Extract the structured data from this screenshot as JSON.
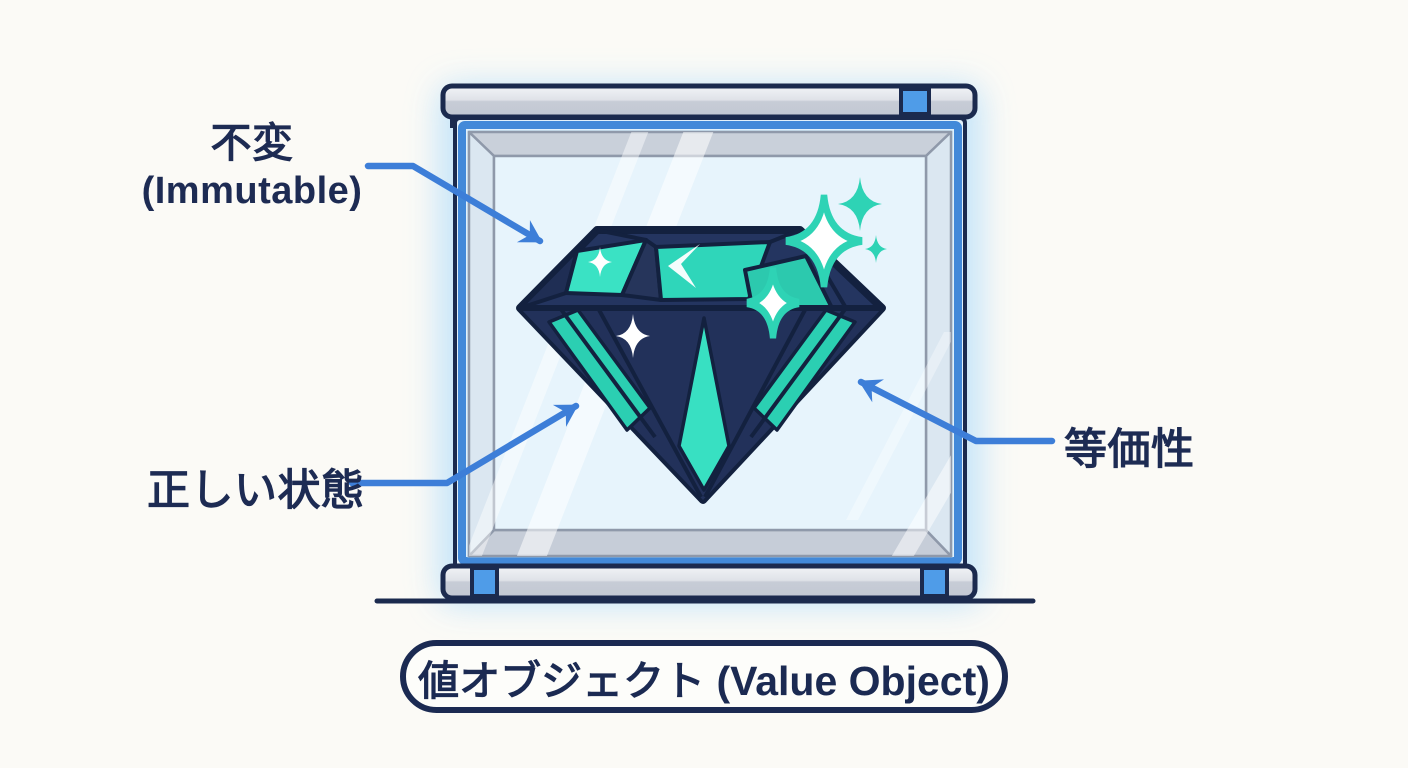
{
  "diagram": {
    "labels": {
      "immutable_ja": "不変",
      "immutable_en": "(Immutable)",
      "valid_state": "正しい状態",
      "equality": "等価性",
      "caption": "値オブジェクト (Value Object)"
    },
    "icons": [
      {
        "name": "display-case-icon",
        "meaning": "glass display case"
      },
      {
        "name": "diamond-gem-icon",
        "meaning": "diamond gem"
      },
      {
        "name": "sparkle-icon",
        "meaning": "four-point sparkle"
      },
      {
        "name": "arrow-connector-icon",
        "meaning": "annotation arrow"
      }
    ],
    "palette": {
      "background": "#fbfaf6",
      "label_navy": "#1d2b53",
      "outline_navy": "#13213f",
      "diamond_navy": "#243560",
      "diamond_navy_dark": "#1f2e54",
      "teal": "#2fd6ba",
      "teal_bright": "#3ae2c4",
      "teal_deep": "#2bcfb2",
      "arrow_blue": "#3d7ed8",
      "glass_frame_blue": "#4289d9",
      "glass_tint": "#e2f1fb",
      "bar_gray": "#c9ced8",
      "bar_gray_light": "#f0f2f5",
      "bevel_gray": "#c9d0da",
      "accent_blue": "#4f9ce8",
      "glow_blue": "#bfe2f9"
    }
  }
}
